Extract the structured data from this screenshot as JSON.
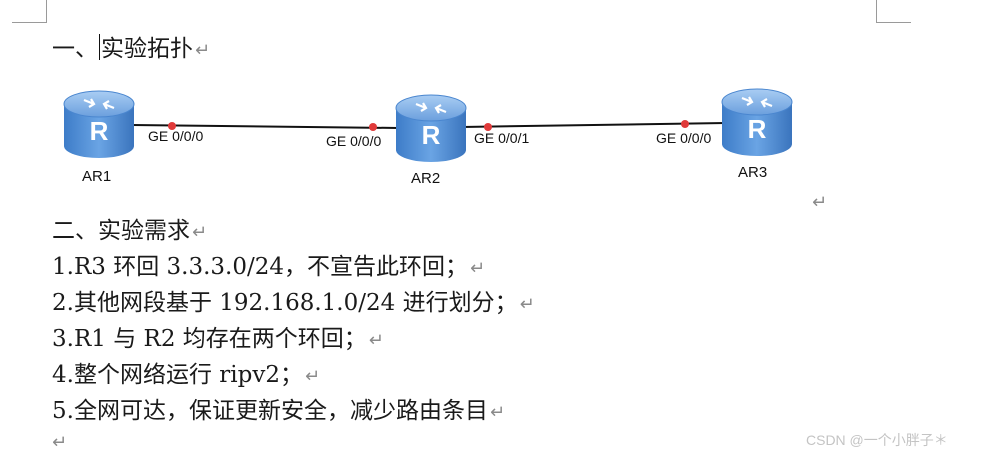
{
  "heading1": {
    "text": "一、实验拓扑",
    "mark": "↵"
  },
  "topology": {
    "routers": [
      {
        "name": "AR1",
        "glyph": "R"
      },
      {
        "name": "AR2",
        "glyph": "R"
      },
      {
        "name": "AR3",
        "glyph": "R"
      }
    ],
    "ports": [
      "GE 0/0/0",
      "GE 0/0/0",
      "GE 0/0/1",
      "GE 0/0/0"
    ],
    "colors": {
      "router_body": "#4f8fd6",
      "router_top": "#7fb3ea",
      "port_dot": "#e03a3a",
      "link": "#111111"
    },
    "icon": "router-icon"
  },
  "after_topology_mark": "↵",
  "heading2": {
    "text": "二、实验需求",
    "mark": "↵"
  },
  "requirements": [
    {
      "text": "1.R3 环回 3.3.3.0/24，不宣告此环回；",
      "mark": "↵"
    },
    {
      "text": "2.其他网段基于 192.168.1.0/24 进行划分；",
      "mark": "↵"
    },
    {
      "text": "3.R1 与 R2 均存在两个环回；",
      "mark": "↵"
    },
    {
      "text": "4.整个网络运行 ripv2；",
      "mark": "↵"
    },
    {
      "text": "5.全网可达，保证更新安全，减少路由条目",
      "mark": "↵"
    }
  ],
  "final_mark": "↵",
  "watermark": "CSDN @一个小胖子＊"
}
